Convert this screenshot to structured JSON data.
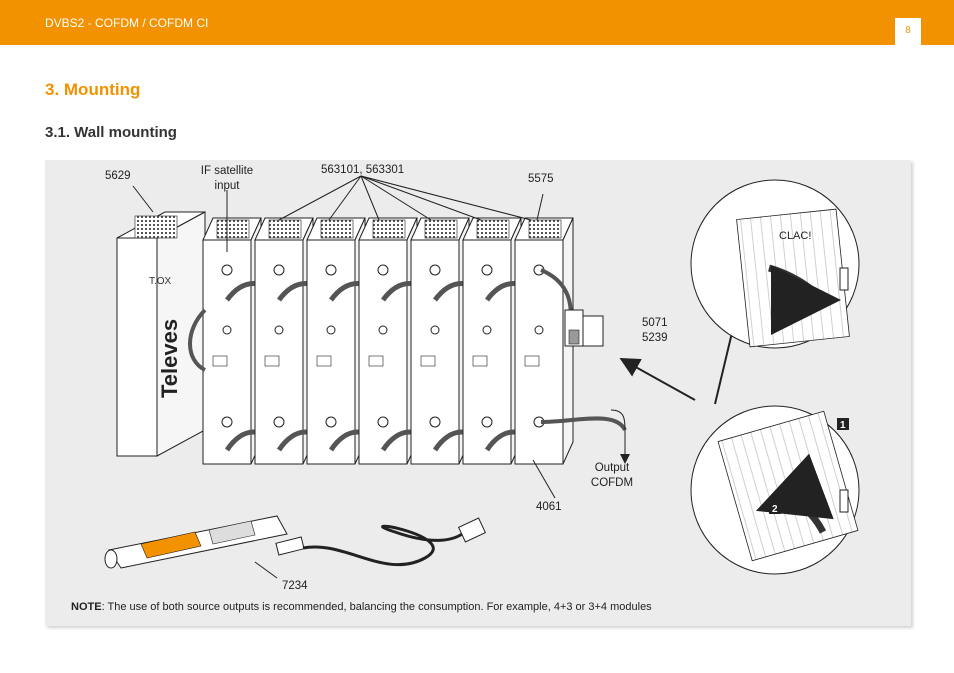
{
  "header": {
    "title": "DVBS2 - COFDM / COFDM CI",
    "page_number": "8",
    "color": "#F39200"
  },
  "section": {
    "title": "3. Mounting"
  },
  "subsection": {
    "title": "3.1. Wall mounting"
  },
  "figure": {
    "labels": {
      "ref_5629": "5629",
      "if_satellite_line1": "IF satellite",
      "if_satellite_line2": "input",
      "ref_563101": "563101, 563301",
      "ref_5575": "5575",
      "ref_5071": "5071",
      "ref_5239": "5239",
      "output_line1": "Output",
      "output_line2": "COFDM",
      "ref_4061": "4061",
      "ref_7234": "7234",
      "clac": "CLAC!",
      "step1": "1",
      "step2": "2",
      "brand": "Televes",
      "logo": "T.OX"
    },
    "note_label": "NOTE",
    "note_text": ":  The use of both source outputs is recommended, balancing the consumption. For example, 4+3 or 3+4 modules"
  }
}
